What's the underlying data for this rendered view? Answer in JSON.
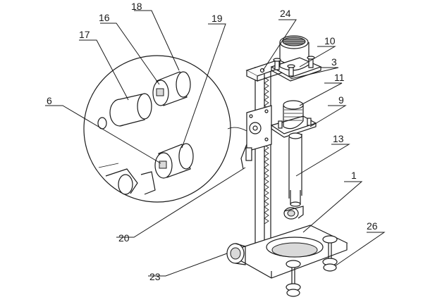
{
  "labels": {
    "n1": "1",
    "n3": "3",
    "n6": "6",
    "n9": "9",
    "n10": "10",
    "n11": "11",
    "n13": "13",
    "n16": "16",
    "n17": "17",
    "n18": "18",
    "n19": "19",
    "n20": "20",
    "n23": "23",
    "n24": "24",
    "n26": "26"
  },
  "colors": {
    "line": "#1a1a1a",
    "background": "#ffffff",
    "shade": "#d9d9d9"
  }
}
